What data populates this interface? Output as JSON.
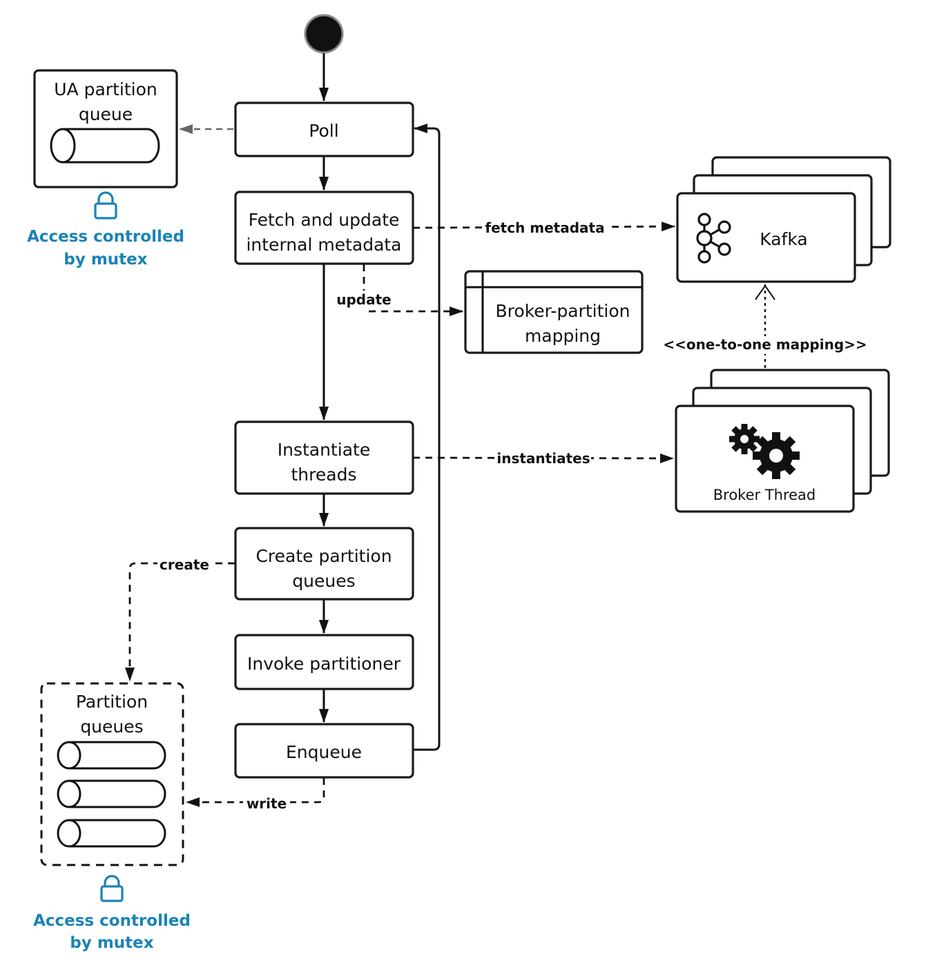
{
  "colors": {
    "lock": "#1a83b5",
    "stroke": "#1a1a1a"
  },
  "nodes": {
    "poll": "Poll",
    "fetch": [
      "Fetch and update",
      "internal metadata"
    ],
    "instantiate": [
      "Instantiate",
      "threads"
    ],
    "create_queues": [
      "Create partition",
      "queues"
    ],
    "invoke": "Invoke partitioner",
    "enqueue": "Enqueue",
    "ua_queue": [
      "UA partition",
      "queue"
    ],
    "partition_queues": [
      "Partition",
      "queues"
    ],
    "broker_mapping": [
      "Broker-partition",
      "mapping"
    ],
    "kafka": "Kafka",
    "broker_thread": "Broker Thread"
  },
  "edges": {
    "fetch_metadata": "fetch metadata",
    "update": "update",
    "instantiates": "instantiates",
    "one_to_one": "<<one-to-one mapping>>",
    "create": "create",
    "write": "write"
  },
  "mutex": {
    "line1": "Access controlled",
    "line2": "by mutex"
  },
  "icons": [
    "lock-icon",
    "kafka-icon",
    "gears-icon",
    "queue-cylinder-icon",
    "start-node-icon"
  ]
}
